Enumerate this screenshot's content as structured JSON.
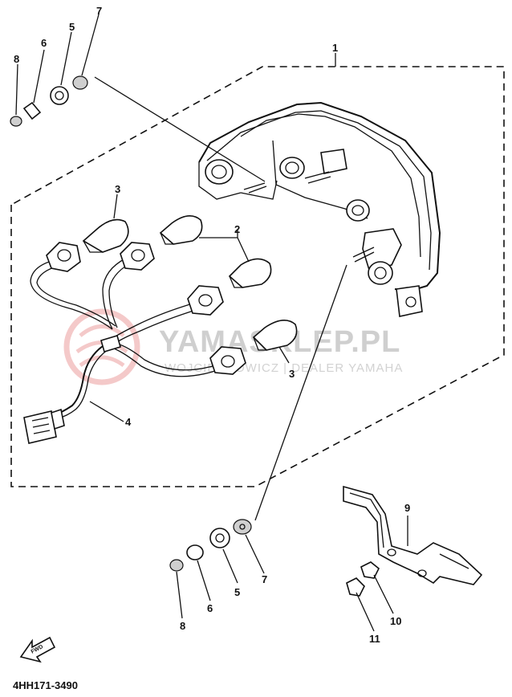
{
  "diagram_code": "4HH171-3490",
  "fwd_label": "FWD",
  "watermark": {
    "main": "YAMASKLEP.PL",
    "sub": "WOJCIECHOWICZ | DEALER YAMAHA"
  },
  "callouts": [
    {
      "id": "c1",
      "label": "1"
    },
    {
      "id": "c2",
      "label": "2"
    },
    {
      "id": "c3a",
      "label": "3"
    },
    {
      "id": "c3b",
      "label": "3"
    },
    {
      "id": "c4",
      "label": "4"
    },
    {
      "id": "c5a",
      "label": "5"
    },
    {
      "id": "c6a",
      "label": "6"
    },
    {
      "id": "c7a",
      "label": "7"
    },
    {
      "id": "c8a",
      "label": "8"
    },
    {
      "id": "c5b",
      "label": "5"
    },
    {
      "id": "c6b",
      "label": "6"
    },
    {
      "id": "c7b",
      "label": "7"
    },
    {
      "id": "c8b",
      "label": "8"
    },
    {
      "id": "c9",
      "label": "9"
    },
    {
      "id": "c10",
      "label": "10"
    },
    {
      "id": "c11",
      "label": "11"
    }
  ]
}
